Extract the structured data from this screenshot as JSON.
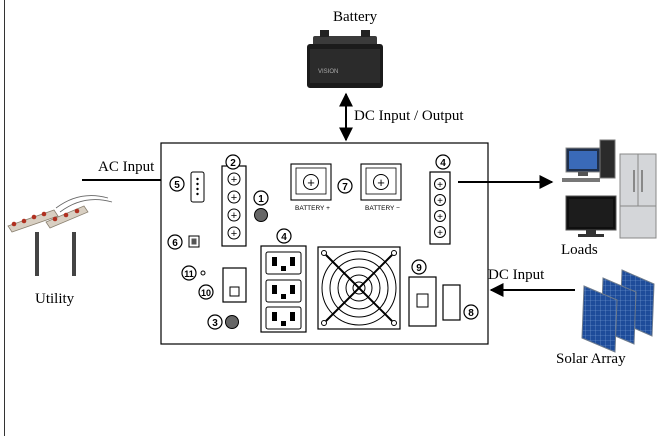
{
  "labels": {
    "battery": "Battery",
    "dc_io": "DC Input / Output",
    "ac_input": "AC Input",
    "utility": "Utility",
    "loads": "Loads",
    "dc_input": "DC Input",
    "solar": "Solar Array"
  },
  "panel": {
    "markers": [
      "1",
      "2",
      "3",
      "4",
      "4",
      "5",
      "6",
      "7",
      "8",
      "9",
      "10",
      "11"
    ],
    "terminal_plus": "BATTERY +",
    "terminal_minus": "BATTERY −"
  },
  "battery_case": {
    "brand_text": "VISION"
  }
}
